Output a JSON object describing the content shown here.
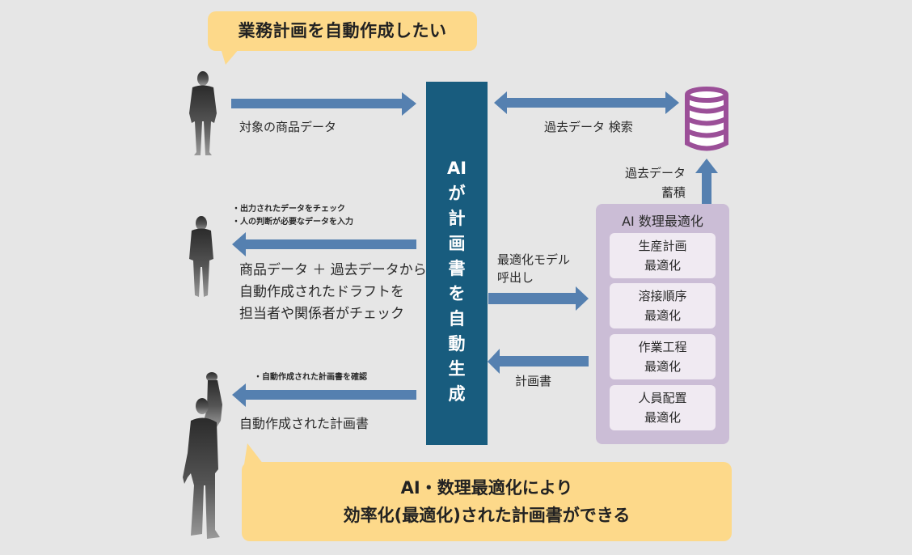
{
  "colors": {
    "background": "#e6e6e6",
    "bubble": "#fdd98a",
    "ai_bar": "#185c7e",
    "arrow": "#5580b0",
    "database": "#9b4f98",
    "panel": "#cbbdd6",
    "panel_card": "#f0eaf2"
  },
  "bubbles": {
    "top": "業務計画を自動作成したい",
    "bottom_line1": "AI・数理最適化により",
    "bottom_line2": "効率化(最適化)された計画書ができる"
  },
  "ai_bar": {
    "chars": [
      "AI",
      "が",
      "計",
      "画",
      "書",
      "を",
      "自",
      "動",
      "生",
      "成"
    ]
  },
  "flows": {
    "input_label": "対象の商品データ",
    "search_label": "過去データ 検索",
    "store_label_line1": "過去データ",
    "store_label_line2": "蓄積",
    "draft_notes": [
      "・出力されたデータをチェック",
      "・人の判断が必要なデータを入力"
    ],
    "draft_text": [
      "商品データ ＋ 過去データから",
      "自動作成されたドラフトを",
      "担当者や関係者がチェック"
    ],
    "call_label_line1": "最適化モデル",
    "call_label_line2": "呼出し",
    "return_label": "計画書",
    "final_note": "・自動作成された計画書を確認",
    "final_label": "自動作成された計画書"
  },
  "optimization": {
    "title": "AI 数理最適化",
    "cards": [
      {
        "line1": "生産計画",
        "line2": "最適化"
      },
      {
        "line1": "溶接順序",
        "line2": "最適化"
      },
      {
        "line1": "作業工程",
        "line2": "最適化"
      },
      {
        "line1": "人員配置",
        "line2": "最適化"
      }
    ]
  },
  "icons": {
    "person_top": "person-silhouette-icon",
    "person_middle": "person-silhouette-icon",
    "person_bottom": "person-raised-fist-icon",
    "database": "database-icon"
  }
}
